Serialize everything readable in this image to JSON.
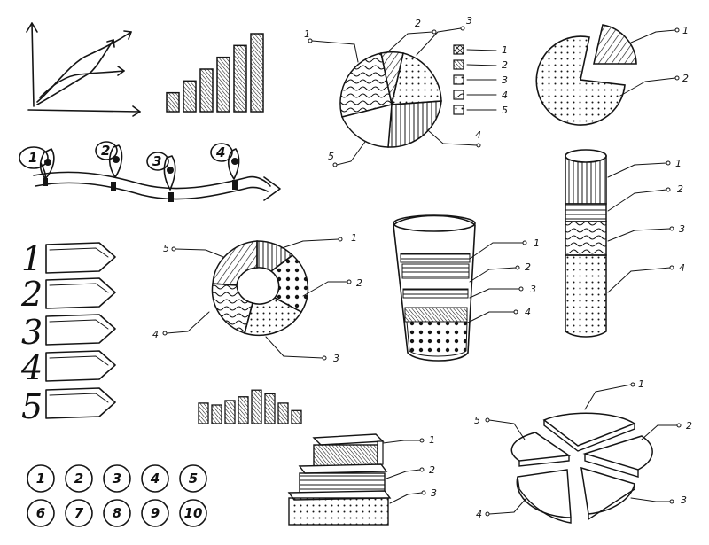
{
  "colors": {
    "ink": "#151515",
    "paper": "#ffffff"
  },
  "pie_top_center": {
    "callouts": [
      "1",
      "2",
      "3",
      "4",
      "5"
    ],
    "legend": [
      "1",
      "2",
      "3",
      "4",
      "5"
    ]
  },
  "pie_top_right": {
    "callouts": [
      "1",
      "2"
    ]
  },
  "timeline": {
    "pins": [
      "1",
      "2",
      "3",
      "4"
    ]
  },
  "numbered_arrows": {
    "numbers": [
      "1",
      "2",
      "3",
      "4",
      "5"
    ]
  },
  "donut": {
    "callouts": [
      "1",
      "2",
      "3",
      "4",
      "5"
    ]
  },
  "glass": {
    "callouts": [
      "1",
      "2",
      "3",
      "4"
    ]
  },
  "cylinder": {
    "callouts": [
      "1",
      "2",
      "3",
      "4"
    ]
  },
  "steps": {
    "callouts": [
      "1",
      "2",
      "3"
    ]
  },
  "exploded_pie": {
    "callouts": [
      "1",
      "2",
      "3",
      "4",
      "5"
    ]
  },
  "number_circles": [
    "1",
    "2",
    "3",
    "4",
    "5",
    "6",
    "7",
    "8",
    "9",
    "10"
  ],
  "chart_data": [
    {
      "type": "line",
      "series_count": 3
    },
    {
      "type": "bar",
      "values": [
        1,
        2,
        3,
        4,
        5,
        6
      ]
    },
    {
      "type": "bar",
      "values": [
        0.55,
        0.5,
        0.62,
        0.72,
        0.9,
        0.8,
        0.55,
        0.35
      ]
    }
  ]
}
